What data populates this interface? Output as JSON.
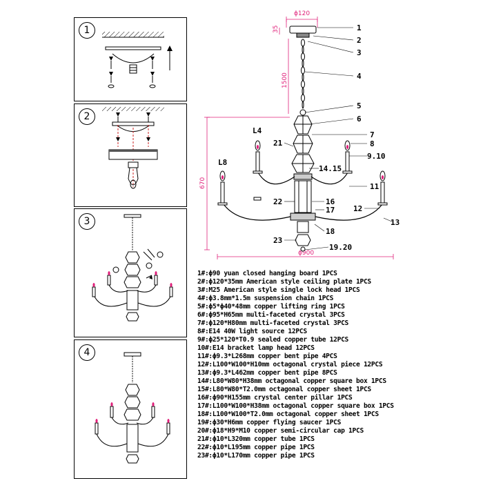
{
  "steps": [
    {
      "number": "1"
    },
    {
      "number": "2"
    },
    {
      "number": "3"
    },
    {
      "number": "4"
    }
  ],
  "dimensions": {
    "plate_diameter": "ϕ120",
    "plate_height": "35",
    "chain_length": "1500",
    "body_height": "670",
    "span_width": "ϕ900"
  },
  "callouts": {
    "c1": "1",
    "c2": "2",
    "c3": "3",
    "c4": "4",
    "c5": "5",
    "c6": "6",
    "c7": "7",
    "c8": "8",
    "c9_10": "9.10",
    "c11": "11",
    "c12": "12",
    "c13": "13",
    "c14_15": "14.15",
    "c16": "16",
    "c17": "17",
    "c18": "18",
    "c19_20": "19.20",
    "c21": "21",
    "c22": "22",
    "c23": "23",
    "l4": "L4",
    "l8": "L8"
  },
  "parts": [
    "1#:ϕ90 yuan closed hanging board 1PCS",
    "2#:ϕ120*35mm American style ceiling plate 1PCS",
    "3#:M25 American style single lock head 1PCS",
    "4#:ϕ3.8mm*1.5m suspension chain  1PCS",
    "5#:ϕ5*ϕ40*48mm copper lifting ring 1PCS",
    "6#:ϕ95*H65mm multi-faceted crystal 3PCS",
    "7#:ϕ120*H80mm multi-faceted crystal 3PCS",
    "8#:E14 40W light source 12PCS",
    "9#:ϕ25*120*T0.9 sealed copper tube 12PCS",
    "10#:E14 bracket lamp head 12PCS",
    "11#:ϕ9.3*L268mm copper bent pipe 4PCS",
    "12#:L100*W100*H10mm octagonal crystal piece 12PCS",
    "13#:ϕ9.3*L462mm copper bent pipe 8PCS",
    "14#:L80*W80*H38mm octagonal copper square box 1PCS",
    "15#:L80*W80*T2.0mm octagonal copper sheet 1PCS",
    "16#:ϕ90*H155mm crystal center pillar 1PCS",
    "17#:L100*W100*H38mm octagonal copper square box 1PCS",
    "18#:L100*W100*T2.0mm octagonal copper sheet 1PCS",
    "19#:ϕ30*H6mm copper flying saucer 1PCS",
    "20#:ϕ18*H9*M10 copper semi-circular cap 1PCS",
    "21#:ϕ10*L320mm copper tube 1PCS",
    "22#:ϕ10*L195mm copper pipe 1PCS",
    "23#:ϕ10*L170mm copper pipe 1PCS"
  ],
  "colors": {
    "dimension": "#e0207a",
    "candle": "#e0207a",
    "guide": "#cc2222"
  }
}
